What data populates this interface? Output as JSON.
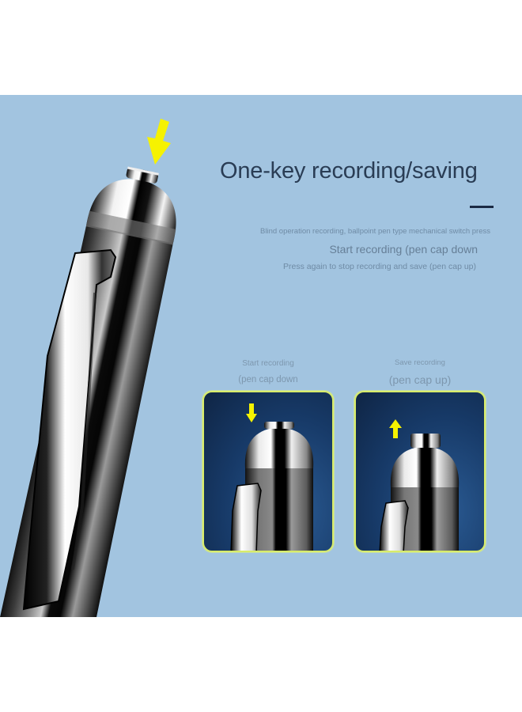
{
  "colors": {
    "background": "#a2c4e0",
    "title": "#2a3d55",
    "subtext": "#6f8ba5",
    "accent_arrow": "#f6f200",
    "card_border": "#d8ec6a",
    "card_bg": "#173a68",
    "divider": "#1b2a44"
  },
  "header": {
    "title": "One-key recording/saving"
  },
  "description": {
    "line1": "Blind operation recording, ballpoint pen type mechanical switch press",
    "line2": "Start recording (pen cap down",
    "line3": "Press again to stop recording and save (pen cap up)"
  },
  "cards": [
    {
      "label_top": "Start recording",
      "label_bottom": "(pen cap down",
      "arrow": "arrow-down-icon"
    },
    {
      "label_top": "Save recording",
      "label_bottom": "(pen cap up)",
      "arrow": "arrow-up-icon"
    }
  ],
  "illustration": {
    "main_arrow": "arrow-down-icon",
    "subject": "recording pen"
  }
}
